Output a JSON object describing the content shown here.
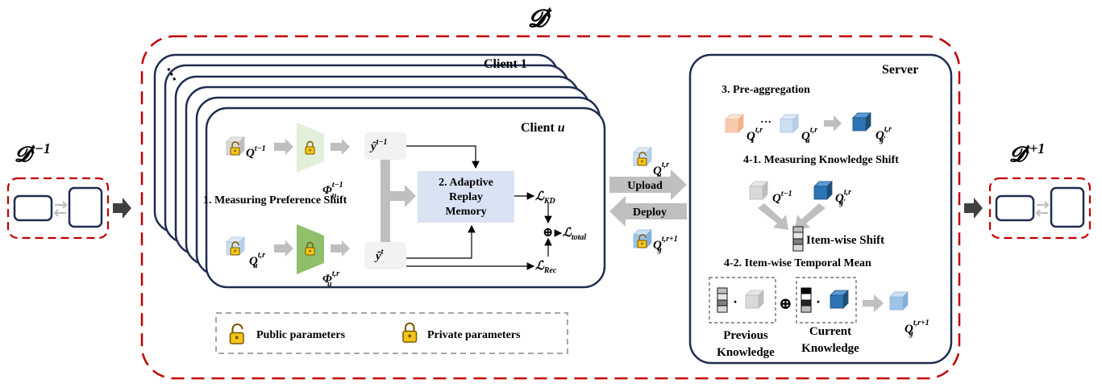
{
  "title": {
    "base": "𝓓",
    "sup": "t"
  },
  "prev_period": {
    "base": "𝓓",
    "sup": "t−1"
  },
  "next_period": {
    "base": "𝓓",
    "sup": "t+1"
  },
  "client": {
    "client1_label": "Client 1",
    "clientu_label": "Client ",
    "clientu_var": "u",
    "ellipsis": "⋮",
    "q_prev": {
      "base": "Q",
      "sup": "t−1"
    },
    "phi_prev": {
      "base": "Φ",
      "sub": "u",
      "sup": "t−1"
    },
    "q_u": {
      "base": "Q",
      "sub": "u",
      "sup": "t,r"
    },
    "phi_u": {
      "base": "Φ",
      "sub": "u",
      "sup": "t,r"
    },
    "y_prev": {
      "base": "ŷ",
      "sup": "t−1"
    },
    "y_curr": {
      "base": "ŷ",
      "sup": "t"
    },
    "step1": "1. Measuring Preference Shift",
    "step2_line1": "2. Adaptive",
    "step2_line2": "Replay",
    "step2_line3": "Memory",
    "loss_kd": {
      "base": "ℒ",
      "sub": "KD"
    },
    "loss_rec": {
      "base": "ℒ",
      "sub": "Rec"
    },
    "loss_total": {
      "base": "ℒ",
      "sub": "total"
    },
    "oplus": "⊕"
  },
  "comm": {
    "upload": "Upload",
    "deploy": "Deploy",
    "q_upload": {
      "base": "Q",
      "sub": "u",
      "sup": "t,r"
    },
    "q_deploy": {
      "base": "Q",
      "sub": "g",
      "sup": "t,r+1"
    }
  },
  "server": {
    "label": "Server",
    "step3": "3. Pre-aggregation",
    "q1": {
      "base": "Q",
      "sub": "1",
      "sup": "t,r"
    },
    "dots": "…",
    "qu": {
      "base": "Q",
      "sub": "u",
      "sup": "t,r"
    },
    "qg_prime": {
      "base": "Q",
      "sub": "g′",
      "sup": "t,r"
    },
    "step41": "4-1. Measuring Knowledge Shift",
    "q_prev": {
      "base": "Q",
      "sup": "t−1"
    },
    "qg_prime2": {
      "base": "Q",
      "sub": "g′",
      "sup": "t,r"
    },
    "itemwise_shift": "Item-wise Shift",
    "step42": "4-2. Item-wise Temporal Mean",
    "dot": "·",
    "oplus": "⊕",
    "prev_knowledge_1": "Previous",
    "prev_knowledge_2": "Knowledge",
    "curr_knowledge_1": "Current",
    "curr_knowledge_2": "Knowledge",
    "qg_next": {
      "base": "Q",
      "sub": "g",
      "sup": "t,r+1"
    }
  },
  "legend": {
    "public": "Public parameters",
    "private": "Private parameters"
  },
  "colors": {
    "dashed_red": "#c00000",
    "navy": "#1f2d4f",
    "gray_arrow": "#bfbfbf",
    "memory_box": "#dae3f3",
    "phi_light": "#e2efda",
    "phi_dark": "#8fbf6a",
    "cube_blue": "#2e75b6",
    "cube_light_blue": "#9dc3e6",
    "cube_peach": "#f8cbad",
    "lock": "#f5c518"
  }
}
